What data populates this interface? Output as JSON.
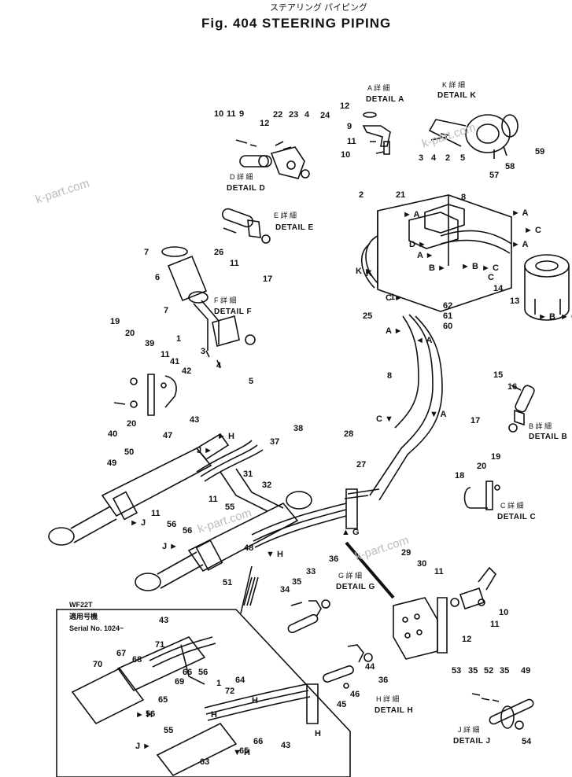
{
  "title_jp": "ステアリング パイピング",
  "title": "Fig. 404  STEERING PIPING",
  "watermarks": [
    "k-part.com",
    "k-part.com",
    "k-part.com",
    "k-part.com"
  ],
  "details": [
    {
      "jp": "A 詳 細",
      "label": "DETAIL A"
    },
    {
      "jp": "K 詳 細",
      "label": "DETAIL K"
    },
    {
      "jp": "D 詳 細",
      "label": "DETAIL D"
    },
    {
      "jp": "E 詳 細",
      "label": "DETAIL E"
    },
    {
      "jp": "F 詳 細",
      "label": "DETAIL F"
    },
    {
      "jp": "B 詳 細",
      "label": "DETAIL B"
    },
    {
      "jp": "C 詳 細",
      "label": "DETAIL C"
    },
    {
      "jp": "G 詳 細",
      "label": "DETAIL G"
    },
    {
      "jp": "H 詳 細",
      "label": "DETAIL H"
    },
    {
      "jp": "J 詳 細",
      "label": "DETAIL J"
    }
  ],
  "inset": {
    "model": "WF22T",
    "applies_jp": "適用号機",
    "serial": "Serial No. 1024~"
  },
  "part_numbers": [
    "10",
    "11",
    "9",
    "12",
    "22",
    "23",
    "4",
    "24",
    "12",
    "9",
    "11",
    "10",
    "3",
    "4",
    "2",
    "5",
    "57",
    "58",
    "59",
    "2",
    "21",
    "8",
    "26",
    "11",
    "17",
    "7",
    "6",
    "7",
    "1",
    "3",
    "4",
    "5",
    "19",
    "20",
    "39",
    "11",
    "41",
    "42",
    "40",
    "20",
    "K",
    "1",
    "25",
    "62",
    "61",
    "60",
    "14",
    "13",
    "8",
    "15",
    "16",
    "17",
    "43",
    "47",
    "50",
    "49",
    "11",
    "37",
    "38",
    "31",
    "32",
    "11",
    "55",
    "56",
    "56",
    "28",
    "27",
    "18",
    "20",
    "19",
    "48",
    "51",
    "36",
    "33",
    "35",
    "34",
    "29",
    "30",
    "11",
    "10",
    "11",
    "12",
    "44",
    "36",
    "46",
    "45",
    "53",
    "35",
    "52",
    "35",
    "49",
    "54",
    "43",
    "71",
    "67",
    "68",
    "70",
    "66",
    "56",
    "69",
    "65",
    "56",
    "1",
    "72",
    "64",
    "55",
    "63",
    "65",
    "66",
    "43"
  ],
  "arrow_letters": [
    "A",
    "A",
    "C",
    "A",
    "B",
    "C",
    "B",
    "C",
    "C",
    "A",
    "D",
    "A",
    "B",
    "C",
    "A",
    "C",
    "A",
    "H",
    "J",
    "J",
    "K",
    "J",
    "H",
    "G",
    "H",
    "J",
    "H",
    "H",
    "H",
    "H"
  ]
}
